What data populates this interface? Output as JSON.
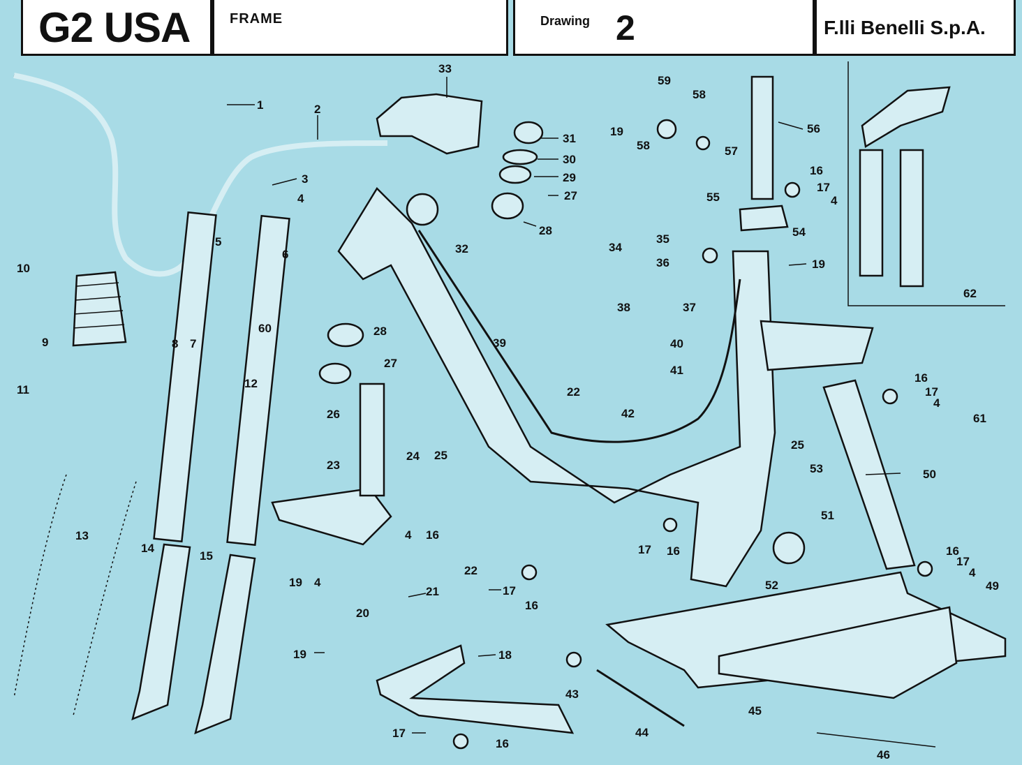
{
  "header": {
    "model": "G2 USA",
    "section": "FRAME",
    "drawing_label": "Drawing",
    "drawing_number": "2",
    "manufacturer": "F.lli  Benelli  S.p.A."
  },
  "callouts": [
    {
      "id": "1",
      "text": "1"
    },
    {
      "id": "2",
      "text": "2"
    },
    {
      "id": "3",
      "text": "3"
    },
    {
      "id": "4a",
      "text": "4"
    },
    {
      "id": "5",
      "text": "5"
    },
    {
      "id": "6",
      "text": "6"
    },
    {
      "id": "7",
      "text": "7"
    },
    {
      "id": "8",
      "text": "8"
    },
    {
      "id": "9",
      "text": "9"
    },
    {
      "id": "10",
      "text": "10"
    },
    {
      "id": "11",
      "text": "11"
    },
    {
      "id": "12",
      "text": "12"
    },
    {
      "id": "13",
      "text": "13"
    },
    {
      "id": "14",
      "text": "14"
    },
    {
      "id": "15",
      "text": "15"
    },
    {
      "id": "16a",
      "text": "16"
    },
    {
      "id": "16b",
      "text": "16"
    },
    {
      "id": "16c",
      "text": "16"
    },
    {
      "id": "16d",
      "text": "16"
    },
    {
      "id": "16e",
      "text": "16"
    },
    {
      "id": "16f",
      "text": "16"
    },
    {
      "id": "16g",
      "text": "16"
    },
    {
      "id": "17a",
      "text": "17"
    },
    {
      "id": "17b",
      "text": "17"
    },
    {
      "id": "17c",
      "text": "17"
    },
    {
      "id": "17d",
      "text": "17"
    },
    {
      "id": "17e",
      "text": "17"
    },
    {
      "id": "17f",
      "text": "17"
    },
    {
      "id": "18",
      "text": "18"
    },
    {
      "id": "19a",
      "text": "19"
    },
    {
      "id": "19b",
      "text": "19"
    },
    {
      "id": "19c",
      "text": "19"
    },
    {
      "id": "19d",
      "text": "19"
    },
    {
      "id": "20",
      "text": "20"
    },
    {
      "id": "21",
      "text": "21"
    },
    {
      "id": "22a",
      "text": "22"
    },
    {
      "id": "22b",
      "text": "22"
    },
    {
      "id": "23",
      "text": "23"
    },
    {
      "id": "24",
      "text": "24"
    },
    {
      "id": "25a",
      "text": "25"
    },
    {
      "id": "25b",
      "text": "25"
    },
    {
      "id": "26",
      "text": "26"
    },
    {
      "id": "27a",
      "text": "27"
    },
    {
      "id": "27b",
      "text": "27"
    },
    {
      "id": "28a",
      "text": "28"
    },
    {
      "id": "28b",
      "text": "28"
    },
    {
      "id": "29",
      "text": "29"
    },
    {
      "id": "30",
      "text": "30"
    },
    {
      "id": "31",
      "text": "31"
    },
    {
      "id": "32",
      "text": "32"
    },
    {
      "id": "33",
      "text": "33"
    },
    {
      "id": "34",
      "text": "34"
    },
    {
      "id": "35",
      "text": "35"
    },
    {
      "id": "36",
      "text": "36"
    },
    {
      "id": "37",
      "text": "37"
    },
    {
      "id": "38",
      "text": "38"
    },
    {
      "id": "39",
      "text": "39"
    },
    {
      "id": "40",
      "text": "40"
    },
    {
      "id": "41",
      "text": "41"
    },
    {
      "id": "42",
      "text": "42"
    },
    {
      "id": "43",
      "text": "43"
    },
    {
      "id": "44",
      "text": "44"
    },
    {
      "id": "45",
      "text": "45"
    },
    {
      "id": "46",
      "text": "46"
    },
    {
      "id": "49",
      "text": "49"
    },
    {
      "id": "50",
      "text": "50"
    },
    {
      "id": "51",
      "text": "51"
    },
    {
      "id": "52",
      "text": "52"
    },
    {
      "id": "53",
      "text": "53"
    },
    {
      "id": "54",
      "text": "54"
    },
    {
      "id": "55",
      "text": "55"
    },
    {
      "id": "56",
      "text": "56"
    },
    {
      "id": "57",
      "text": "57"
    },
    {
      "id": "58a",
      "text": "58"
    },
    {
      "id": "58b",
      "text": "58"
    },
    {
      "id": "59",
      "text": "59"
    },
    {
      "id": "60",
      "text": "60"
    },
    {
      "id": "61",
      "text": "61"
    },
    {
      "id": "62",
      "text": "62"
    },
    {
      "id": "4b",
      "text": "4"
    },
    {
      "id": "4c",
      "text": "4"
    },
    {
      "id": "4d",
      "text": "4"
    },
    {
      "id": "4e",
      "text": "4"
    },
    {
      "id": "4f",
      "text": "4"
    }
  ]
}
